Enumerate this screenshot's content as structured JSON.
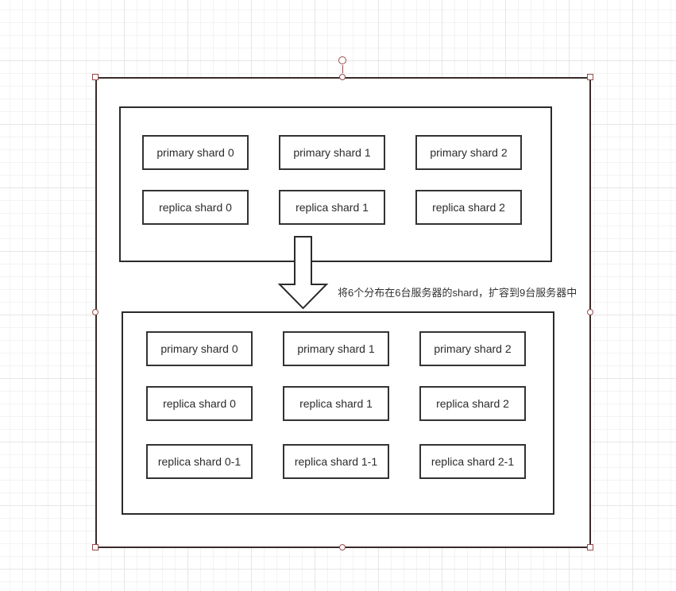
{
  "diagram": {
    "top_group": {
      "primary": [
        "primary shard 0",
        "primary shard 1",
        "primary shard 2"
      ],
      "replica": [
        "replica shard 0",
        "replica shard 1",
        "replica shard 2"
      ]
    },
    "annotation": "将6个分布在6台服务器的shard，扩容到9台服务器中",
    "bottom_group": {
      "primary": [
        "primary shard 0",
        "primary shard 1",
        "primary shard 2"
      ],
      "replica": [
        "replica shard 0",
        "replica shard 1",
        "replica shard 2"
      ],
      "replica_extra": [
        "replica shard 0-1",
        "replica shard 1-1",
        "replica shard 2-1"
      ]
    }
  },
  "colors": {
    "selection_handle": "#9b4a4a",
    "box_border": "#2b2b2b",
    "grid_line": "#e6e6e6"
  }
}
